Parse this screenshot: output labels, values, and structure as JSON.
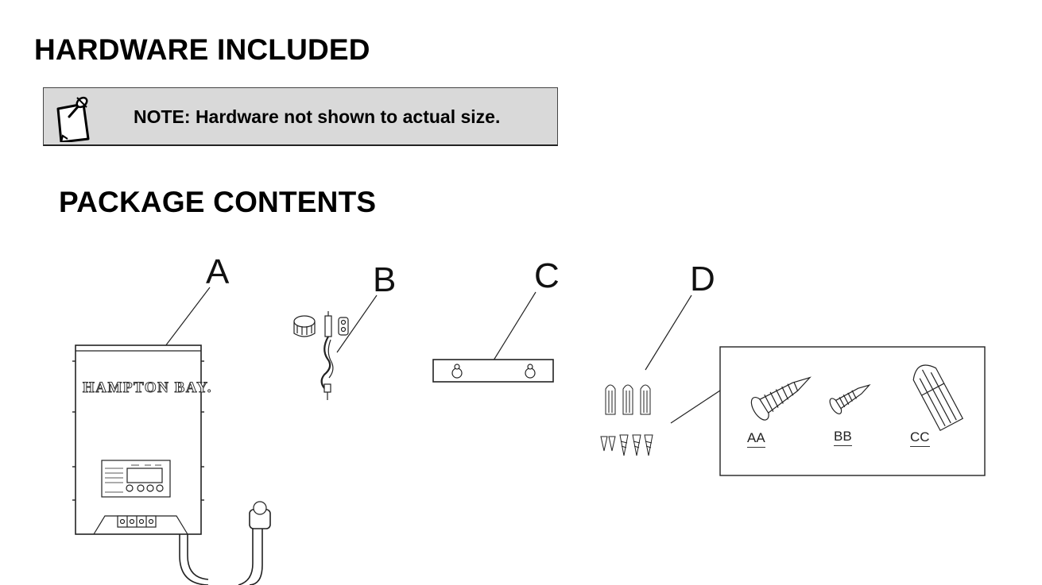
{
  "headings": {
    "hardware": "HARDWARE INCLUDED",
    "package": "PACKAGE CONTENTS"
  },
  "note": {
    "icon": "pushpin-note-icon",
    "text": "NOTE: Hardware not shown to actual size."
  },
  "parts": {
    "a": "A",
    "b": "B",
    "c": "C",
    "d": "D"
  },
  "hardware_items": {
    "aa": "AA",
    "bb": "BB",
    "cc": "CC"
  },
  "brand": "HAMPTON BAY."
}
